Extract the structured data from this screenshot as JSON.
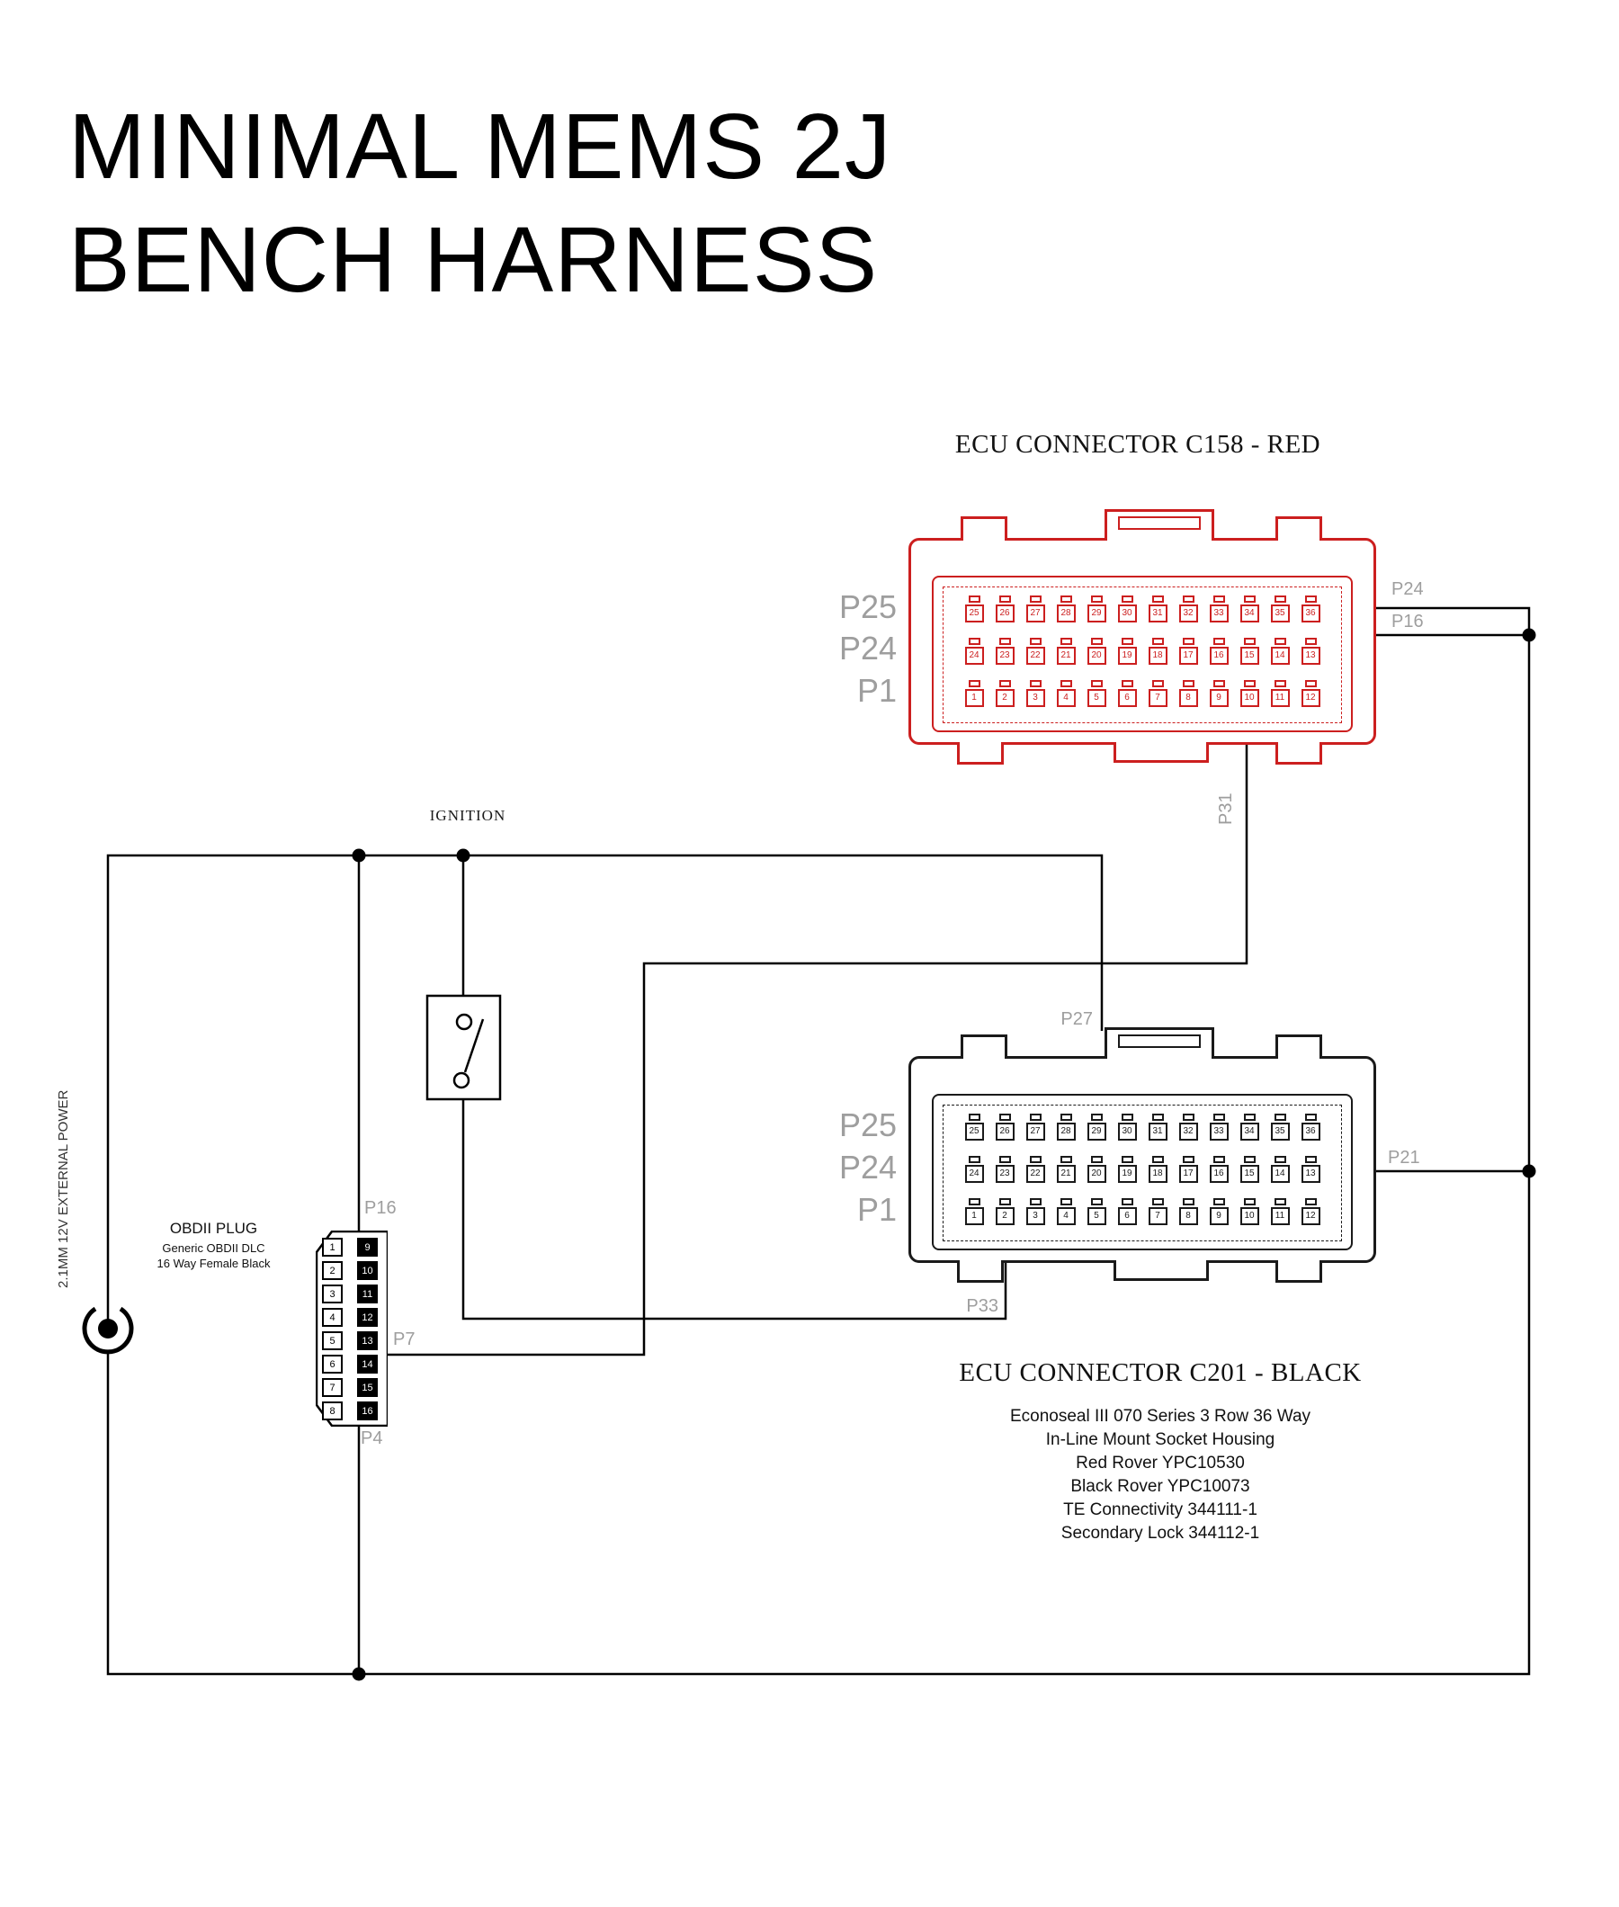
{
  "title": {
    "line1": "MINIMAL MEMS 2J",
    "line2": "BENCH HARNESS"
  },
  "red_connector": {
    "heading": "ECU CONNECTOR C158 - RED",
    "color": "#cc1f1f",
    "row_labels": [
      "P25",
      "P24",
      "P1"
    ],
    "pin_rows": {
      "top": [
        25,
        26,
        27,
        28,
        29,
        30,
        31,
        32,
        33,
        34,
        35,
        36
      ],
      "middle": [
        24,
        23,
        22,
        21,
        20,
        19,
        18,
        17,
        16,
        15,
        14,
        13
      ],
      "bottom": [
        1,
        2,
        3,
        4,
        5,
        6,
        7,
        8,
        9,
        10,
        11,
        12
      ]
    }
  },
  "black_connector": {
    "heading": "ECU CONNECTOR C201 - BLACK",
    "color": "#1a1a1a",
    "row_labels": [
      "P25",
      "P24",
      "P1"
    ],
    "pin_rows": {
      "top": [
        25,
        26,
        27,
        28,
        29,
        30,
        31,
        32,
        33,
        34,
        35,
        36
      ],
      "middle": [
        24,
        23,
        22,
        21,
        20,
        19,
        18,
        17,
        16,
        15,
        14,
        13
      ],
      "bottom": [
        1,
        2,
        3,
        4,
        5,
        6,
        7,
        8,
        9,
        10,
        11,
        12
      ]
    }
  },
  "part_info": [
    "Econoseal III 070 Series 3 Row 36 Way",
    "In-Line Mount Socket Housing",
    "Red Rover YPC10530",
    "Black Rover YPC10073",
    "TE Connectivity 344111-1",
    "Secondary Lock 344112-1"
  ],
  "obdii": {
    "label_title": "OBDII PLUG",
    "label_line2": "Generic OBDII DLC",
    "label_line3": "16 Way Female Black",
    "left_pins": [
      1,
      2,
      3,
      4,
      5,
      6,
      7,
      8
    ],
    "right_pins": [
      9,
      10,
      11,
      12,
      13,
      14,
      15,
      16
    ]
  },
  "wire_labels": {
    "red_p24": "P24",
    "red_p16": "P16",
    "red_p31": "P31",
    "black_p27": "P27",
    "black_p33": "P33",
    "black_p21": "P21",
    "obd_p16": "P16",
    "obd_p7": "P7",
    "obd_p4": "P4",
    "ignition": "IGNITION",
    "external_power": "2.1MM 12V EXTERNAL POWER"
  },
  "colors": {
    "wire": "#000000",
    "label_gray": "#9e9e9e"
  }
}
